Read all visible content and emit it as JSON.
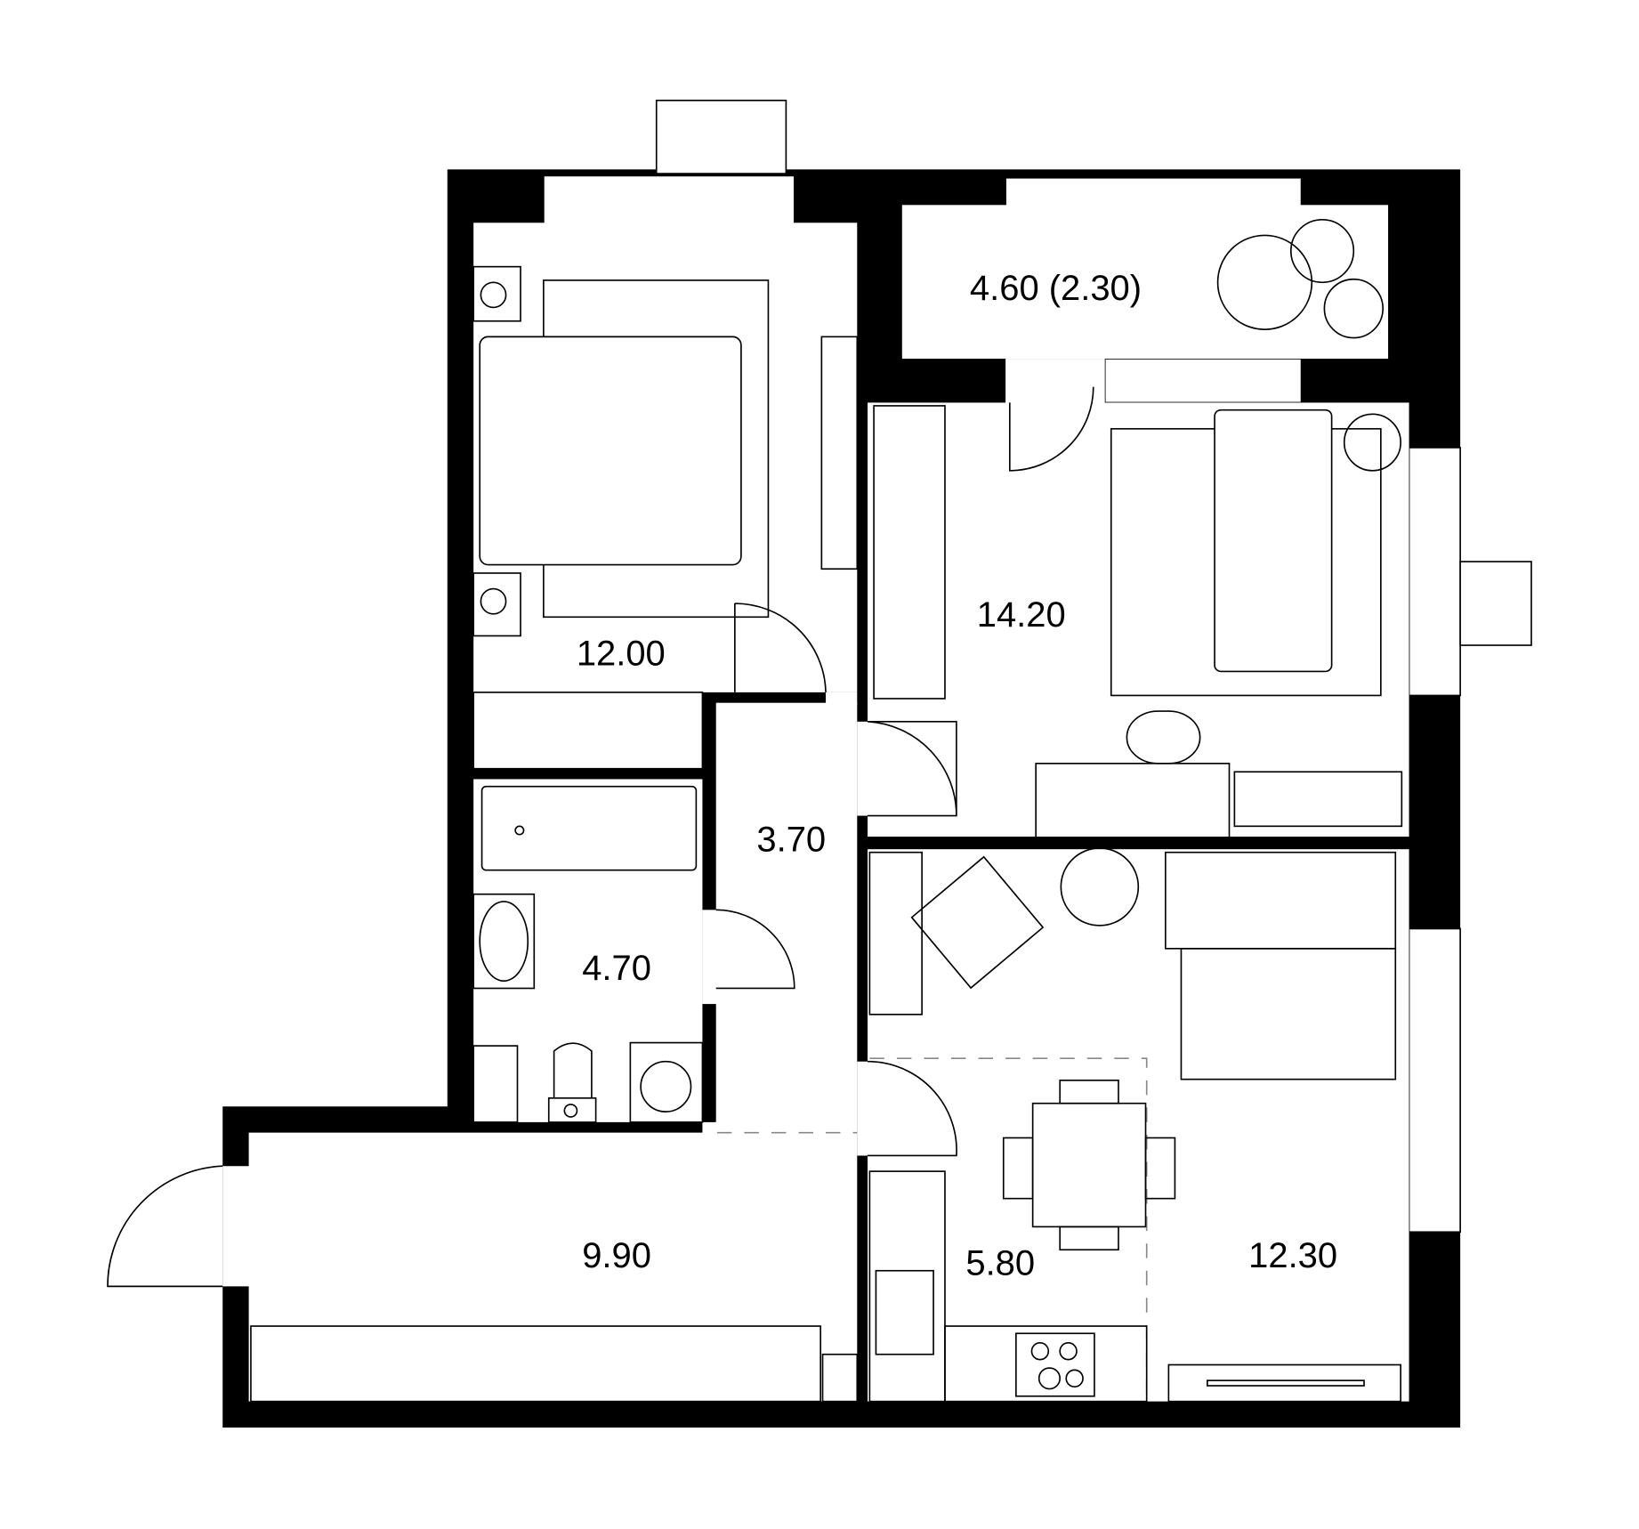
{
  "plan": {
    "rooms": [
      {
        "id": "bedroom",
        "area": "12.00"
      },
      {
        "id": "balcony",
        "area": "4.60 (2.30)"
      },
      {
        "id": "childroom",
        "area": "14.20"
      },
      {
        "id": "corridor",
        "area": "3.70"
      },
      {
        "id": "bathroom",
        "area": "4.70"
      },
      {
        "id": "hall",
        "area": "9.90"
      },
      {
        "id": "kitchen",
        "area": "5.80"
      },
      {
        "id": "living",
        "area": "12.30"
      }
    ],
    "colors": {
      "wall": "#000000",
      "floor": "#ffffff",
      "line": "#000000",
      "zone": "#888888"
    }
  }
}
